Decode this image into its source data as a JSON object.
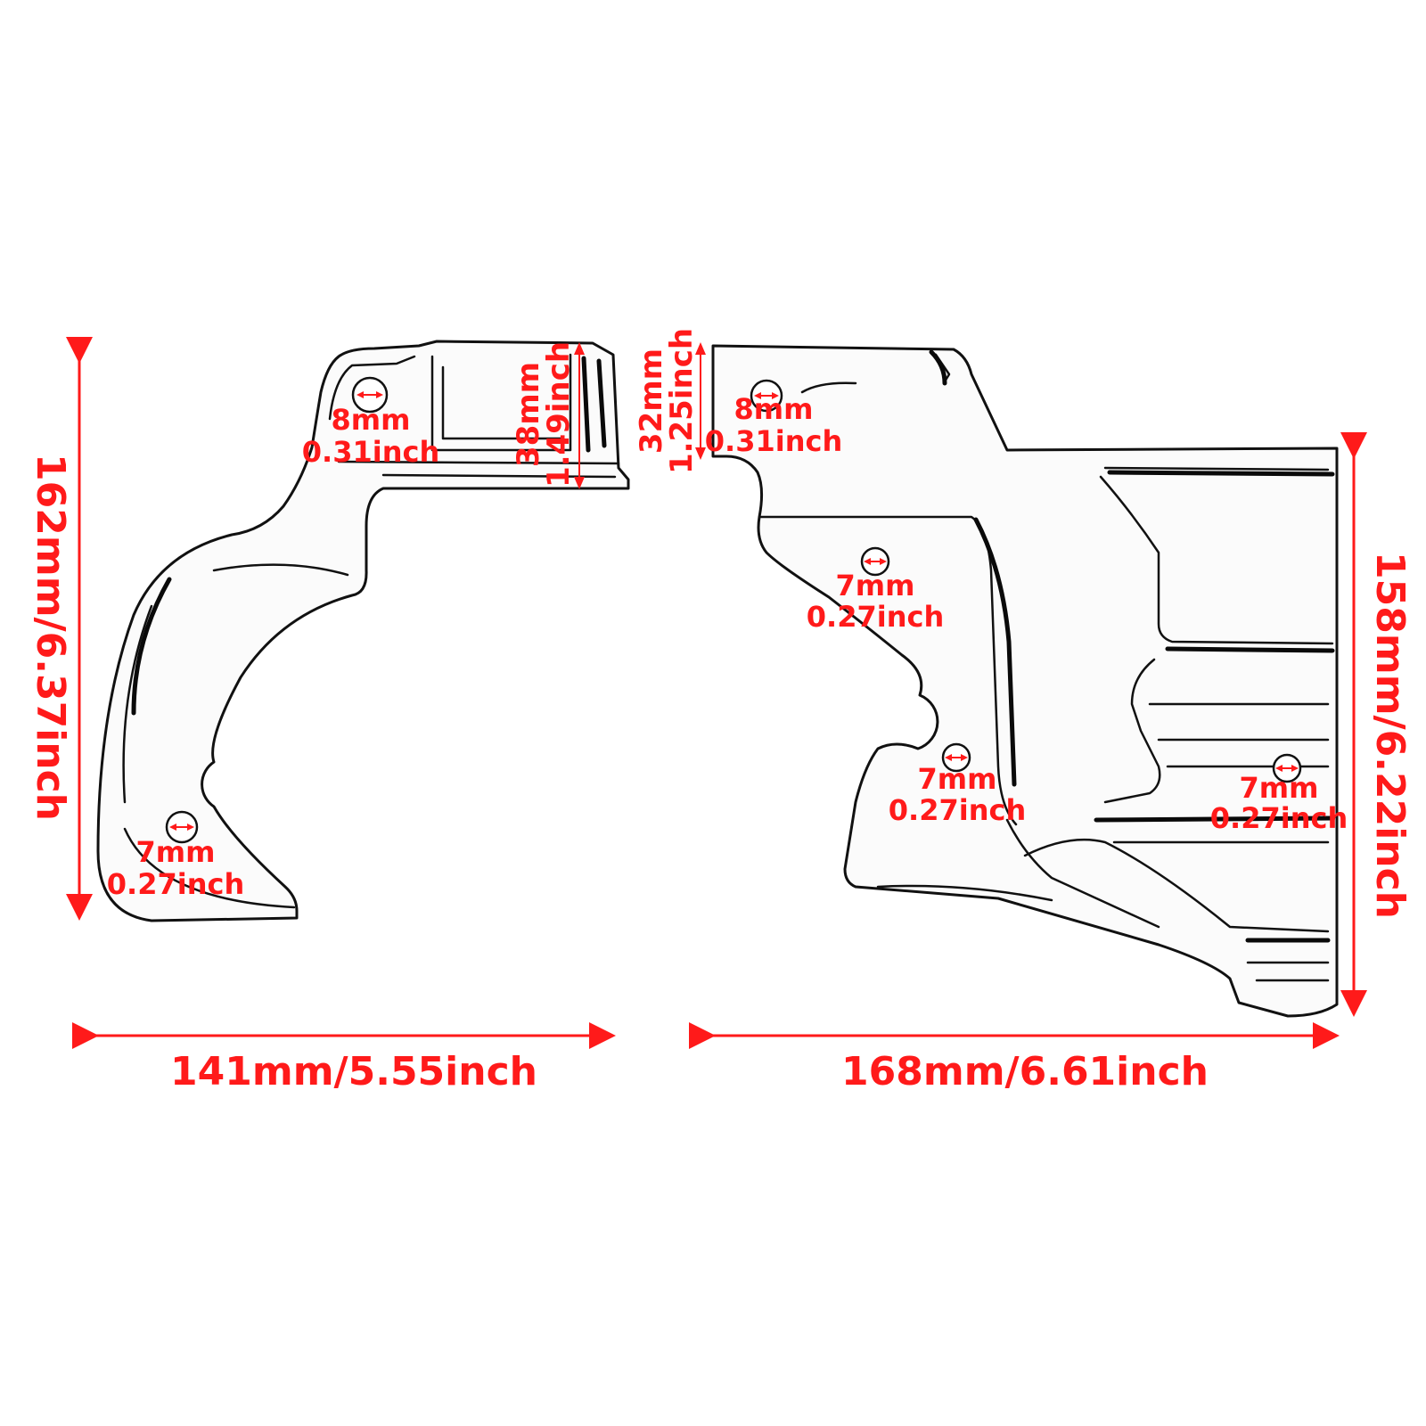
{
  "colors": {
    "annotation": "#ff1a1a",
    "outline": "#111111",
    "background": "#ffffff"
  },
  "left_part": {
    "height_label": "162mm/6.37inch",
    "width_label": "141mm/5.55inch",
    "tab_height_mm": "38mm",
    "tab_height_inch": "1.49inch",
    "top_hole_mm": "8mm",
    "top_hole_inch": "0.31inch",
    "bottom_hole_mm": "7mm",
    "bottom_hole_inch": "0.27inch"
  },
  "right_part": {
    "height_label": "158mm/6.22inch",
    "width_label": "168mm/6.61inch",
    "tab_height_mm": "32mm",
    "tab_height_inch": "1.25inch",
    "top_hole_mm": "8mm",
    "top_hole_inch": "0.31inch",
    "middle_hole_mm": "7mm",
    "middle_hole_inch": "0.27inch",
    "lower_hole_mm": "7mm",
    "lower_hole_inch": "0.27inch",
    "right_hole_mm": "7mm",
    "right_hole_inch": "0.27inch"
  }
}
